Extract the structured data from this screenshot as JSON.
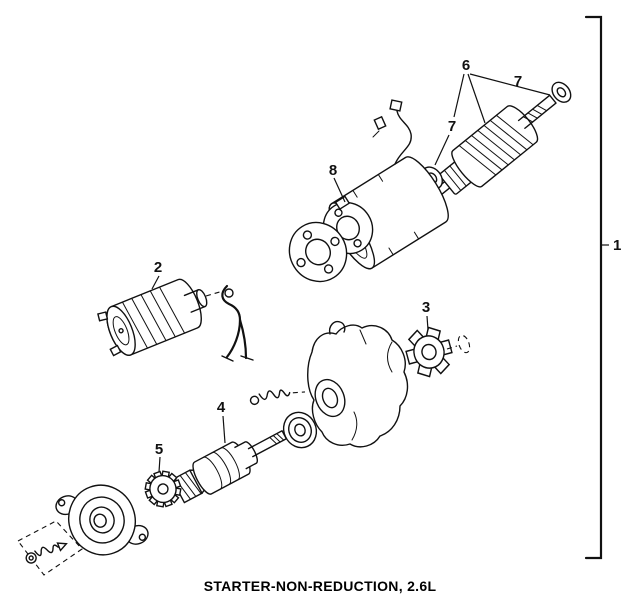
{
  "figure": {
    "caption": "STARTER-NON-REDUCTION, 2.6L",
    "callouts": {
      "n1": "1",
      "n2": "2",
      "n3": "3",
      "n4": "4",
      "n5": "5",
      "n6": "6",
      "n7a": "7",
      "n7b": "7",
      "n8": "8"
    }
  }
}
